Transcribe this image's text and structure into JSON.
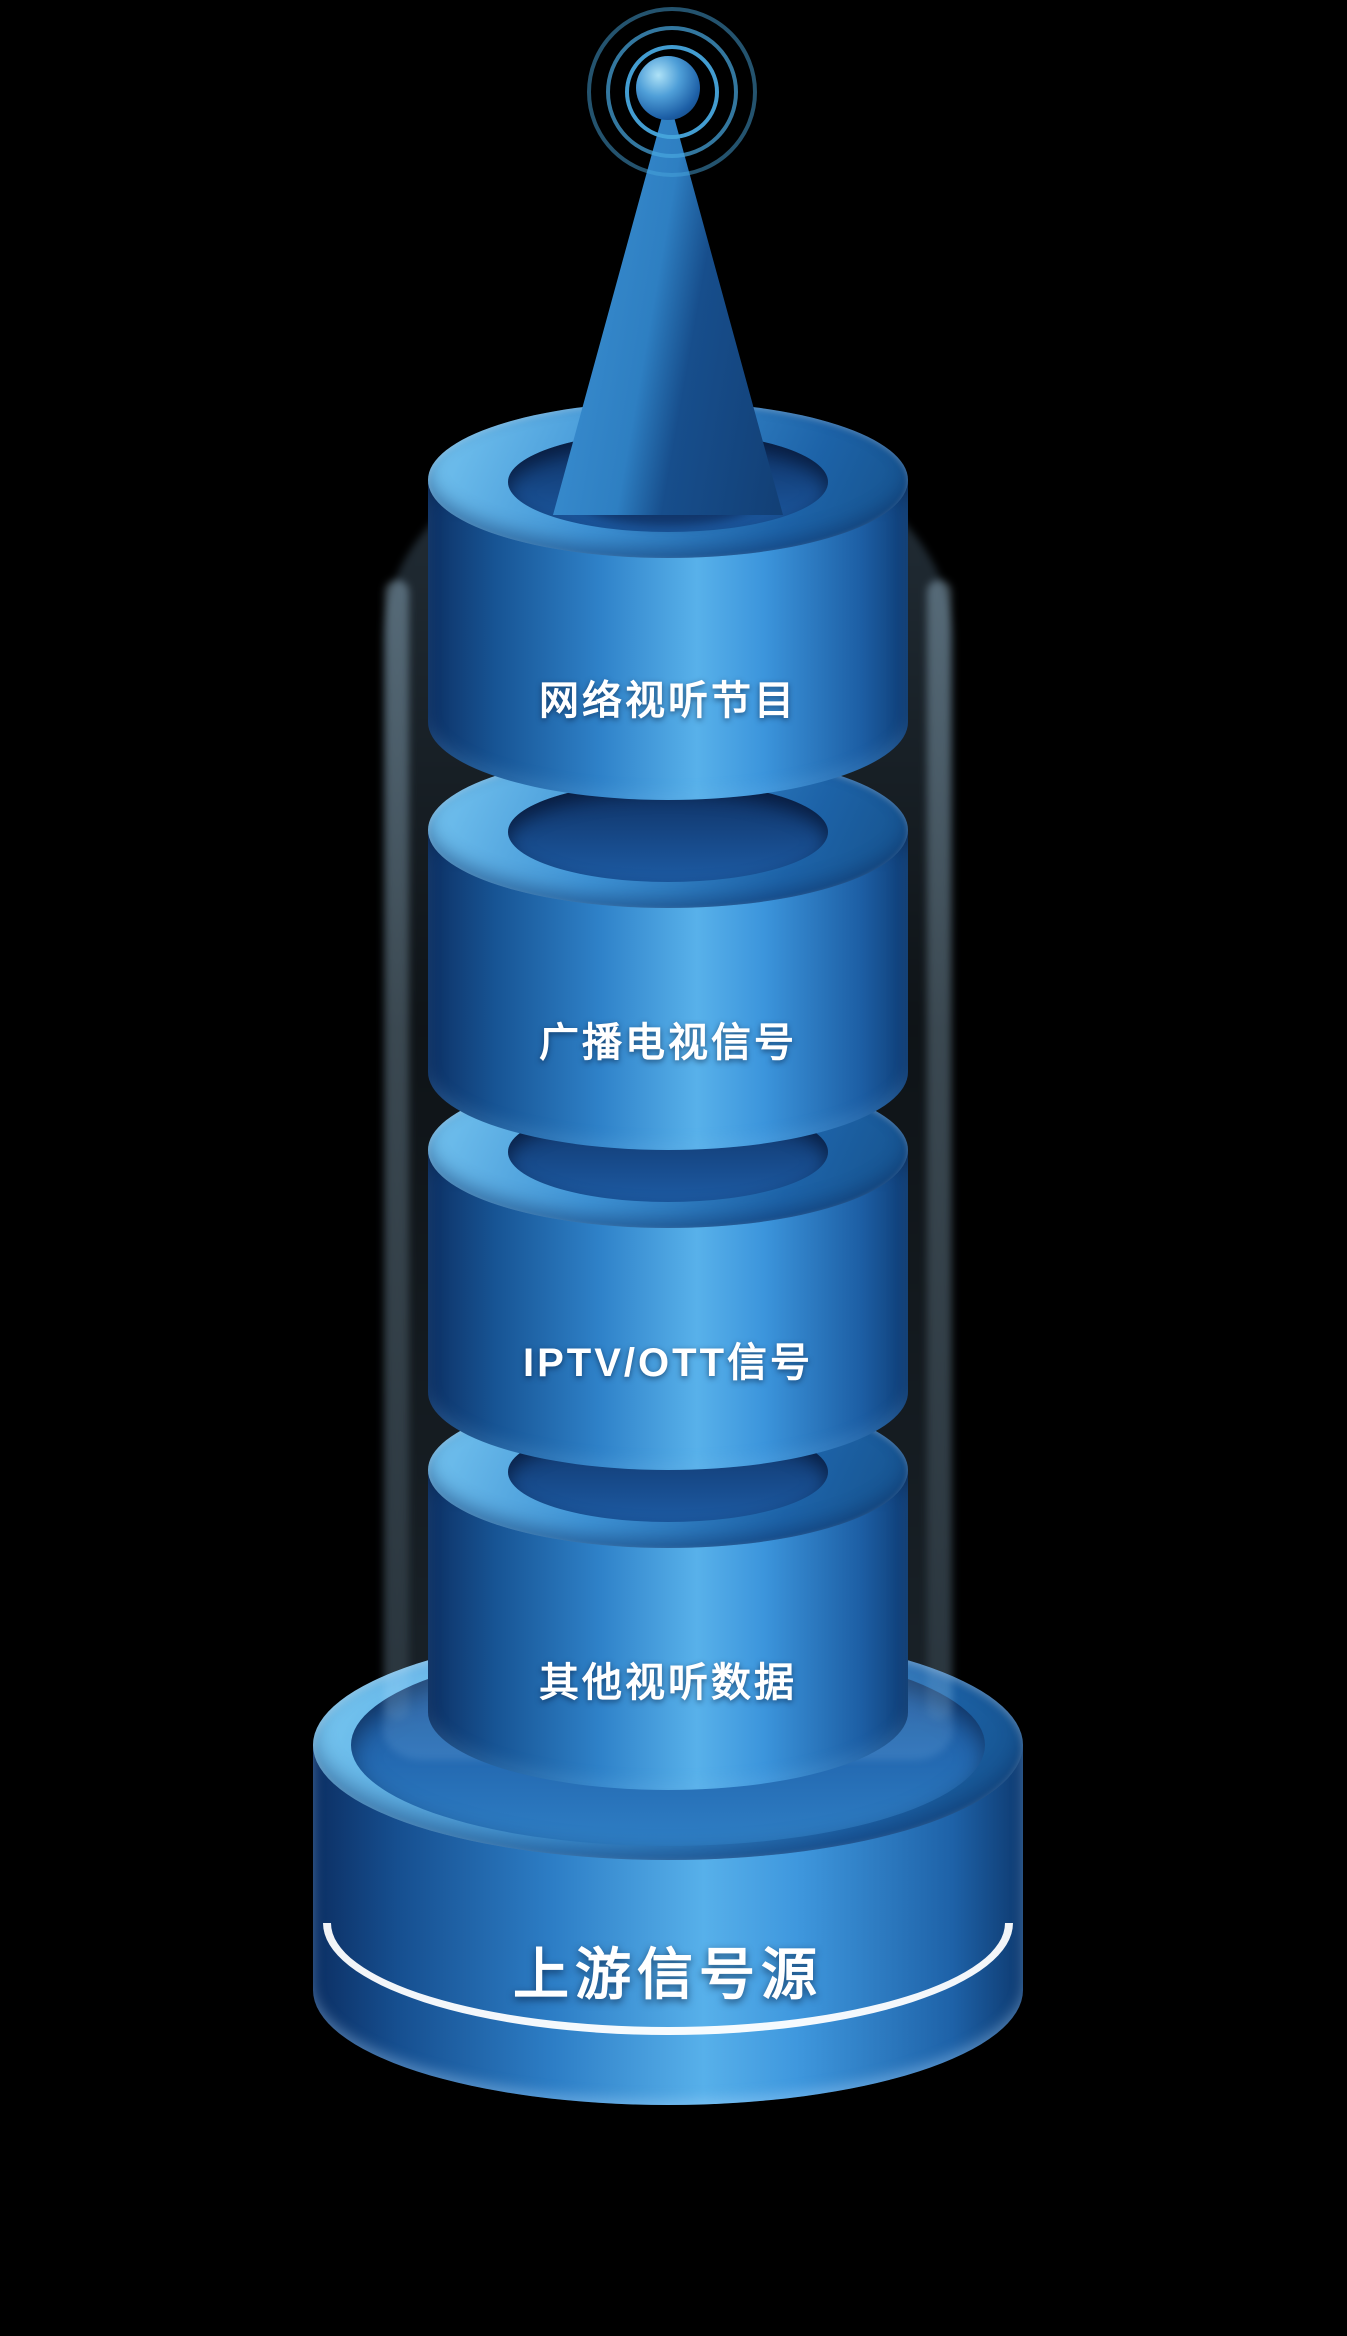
{
  "diagram": {
    "title": "上游信号源",
    "layers": [
      {
        "id": "layer-1",
        "label": "网络视听节目"
      },
      {
        "id": "layer-2",
        "label": "广播电视信号"
      },
      {
        "id": "layer-3",
        "label": "IPTV/OTT信号"
      },
      {
        "id": "layer-4",
        "label": "其他视听数据"
      }
    ],
    "base": {
      "label": "上游信号源"
    },
    "antenna": {
      "icon": "antenna-broadcast-icon"
    }
  },
  "colors": {
    "background": "#000000",
    "rim-light": "#79c8f2",
    "rim-mid": "#3e92d4",
    "rim-dark": "#155089",
    "body-dark": "#0d3165",
    "body-mid": "#2f82c9",
    "body-bright": "#58b1ea",
    "inner-dark": "#0e2f60",
    "ring-blue": "#47a5dc",
    "beam": "#9fd4ff",
    "stripe-white": "#ffffff",
    "label-text": "#ffffff"
  }
}
